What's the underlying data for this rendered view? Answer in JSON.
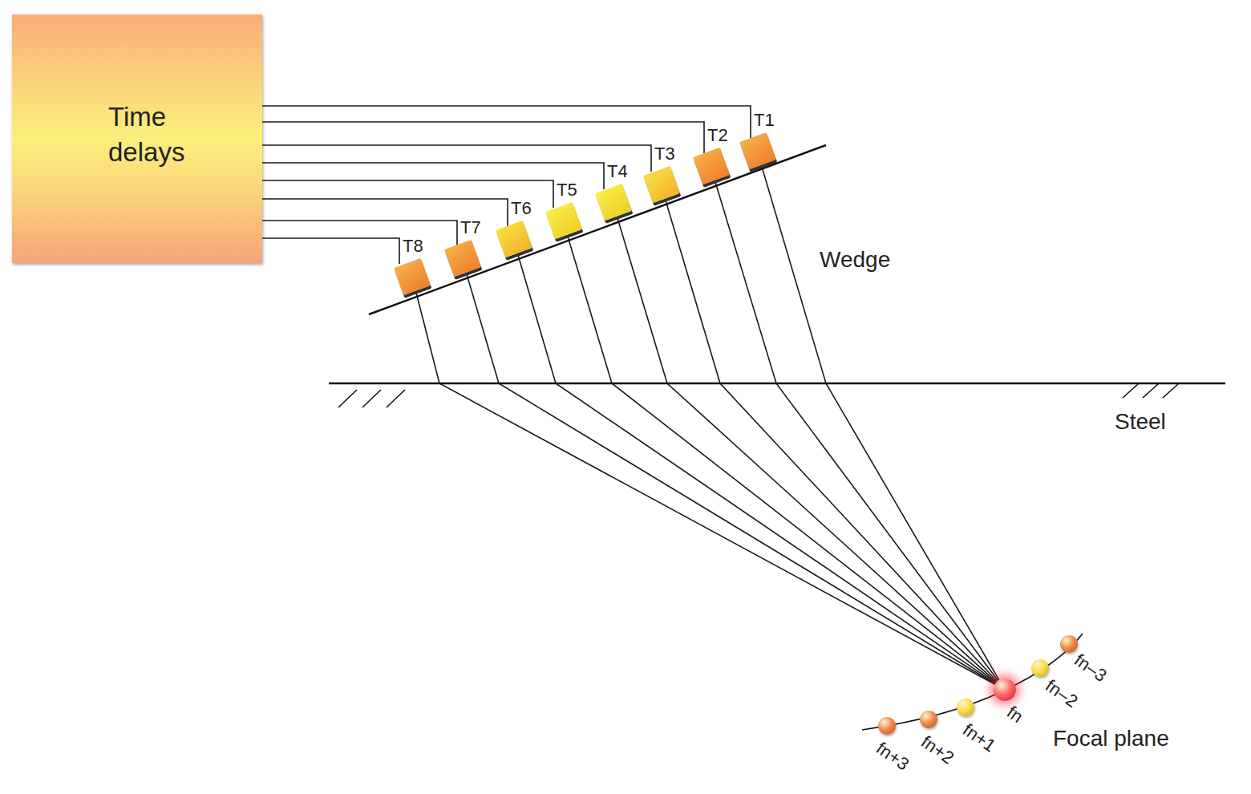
{
  "diagram": {
    "nodes": [
      {
        "text": [
          "Time delays"
        ]
      },
      {
        "text": [
          "T1"
        ]
      },
      {
        "text": [
          "T2"
        ]
      },
      {
        "text": [
          "T3"
        ]
      },
      {
        "text": [
          "T4"
        ]
      },
      {
        "text": [
          "T5"
        ]
      },
      {
        "text": [
          "T6"
        ]
      },
      {
        "text": [
          "T7"
        ]
      },
      {
        "text": [
          "T8"
        ]
      },
      {
        "text": [
          "fn–3"
        ]
      },
      {
        "text": [
          "fn–2"
        ]
      },
      {
        "text": [
          "fn"
        ]
      },
      {
        "text": [
          "fn+1"
        ]
      },
      {
        "text": [
          "fn+2"
        ]
      },
      {
        "text": [
          "fn+3"
        ]
      }
    ],
    "edges": [
      {
        "from": 0,
        "to": 1,
        "arrow": "none"
      },
      {
        "from": 0,
        "to": 2,
        "arrow": "none"
      },
      {
        "from": 0,
        "to": 3,
        "arrow": "none"
      },
      {
        "from": 0,
        "to": 4,
        "arrow": "none"
      },
      {
        "from": 0,
        "to": 5,
        "arrow": "none"
      },
      {
        "from": 0,
        "to": 6,
        "arrow": "none"
      },
      {
        "from": 0,
        "to": 7,
        "arrow": "none"
      },
      {
        "from": 0,
        "to": 8,
        "arrow": "none"
      },
      {
        "from": 1,
        "to": 11,
        "arrow": "none"
      },
      {
        "from": 2,
        "to": 11,
        "arrow": "none"
      },
      {
        "from": 3,
        "to": 11,
        "arrow": "none"
      },
      {
        "from": 4,
        "to": 11,
        "arrow": "none"
      },
      {
        "from": 5,
        "to": 11,
        "arrow": "none"
      },
      {
        "from": 6,
        "to": 11,
        "arrow": "none"
      },
      {
        "from": 7,
        "to": 11,
        "arrow": "none"
      },
      {
        "from": 8,
        "to": 11,
        "arrow": "none"
      }
    ],
    "labels": [
      "Wedge",
      "Steel",
      "Focal plane"
    ]
  }
}
